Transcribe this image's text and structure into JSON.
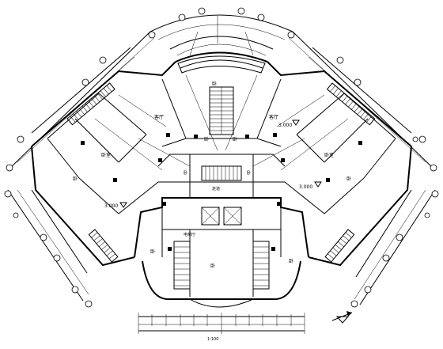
{
  "rooms": {
    "top_center": "卧",
    "top_left": "客厅",
    "top_right": "客厅",
    "left_bedroom": "卧室",
    "left_main": "卧",
    "right_bedroom": "卧室",
    "right_main": "卧",
    "center_left": "卧",
    "center_right": "卧",
    "hall_left": "卧",
    "hall_right": "卧",
    "bottom_center": "卧",
    "bottom_right": "卧",
    "bottom_left_small": "卧",
    "corridor_label": "走道",
    "bottom_label": "电梯厅"
  },
  "levels": {
    "left": "3.000",
    "right": "3.000",
    "top_right": "3.000"
  },
  "legend": {
    "scale_note": "1:100"
  }
}
